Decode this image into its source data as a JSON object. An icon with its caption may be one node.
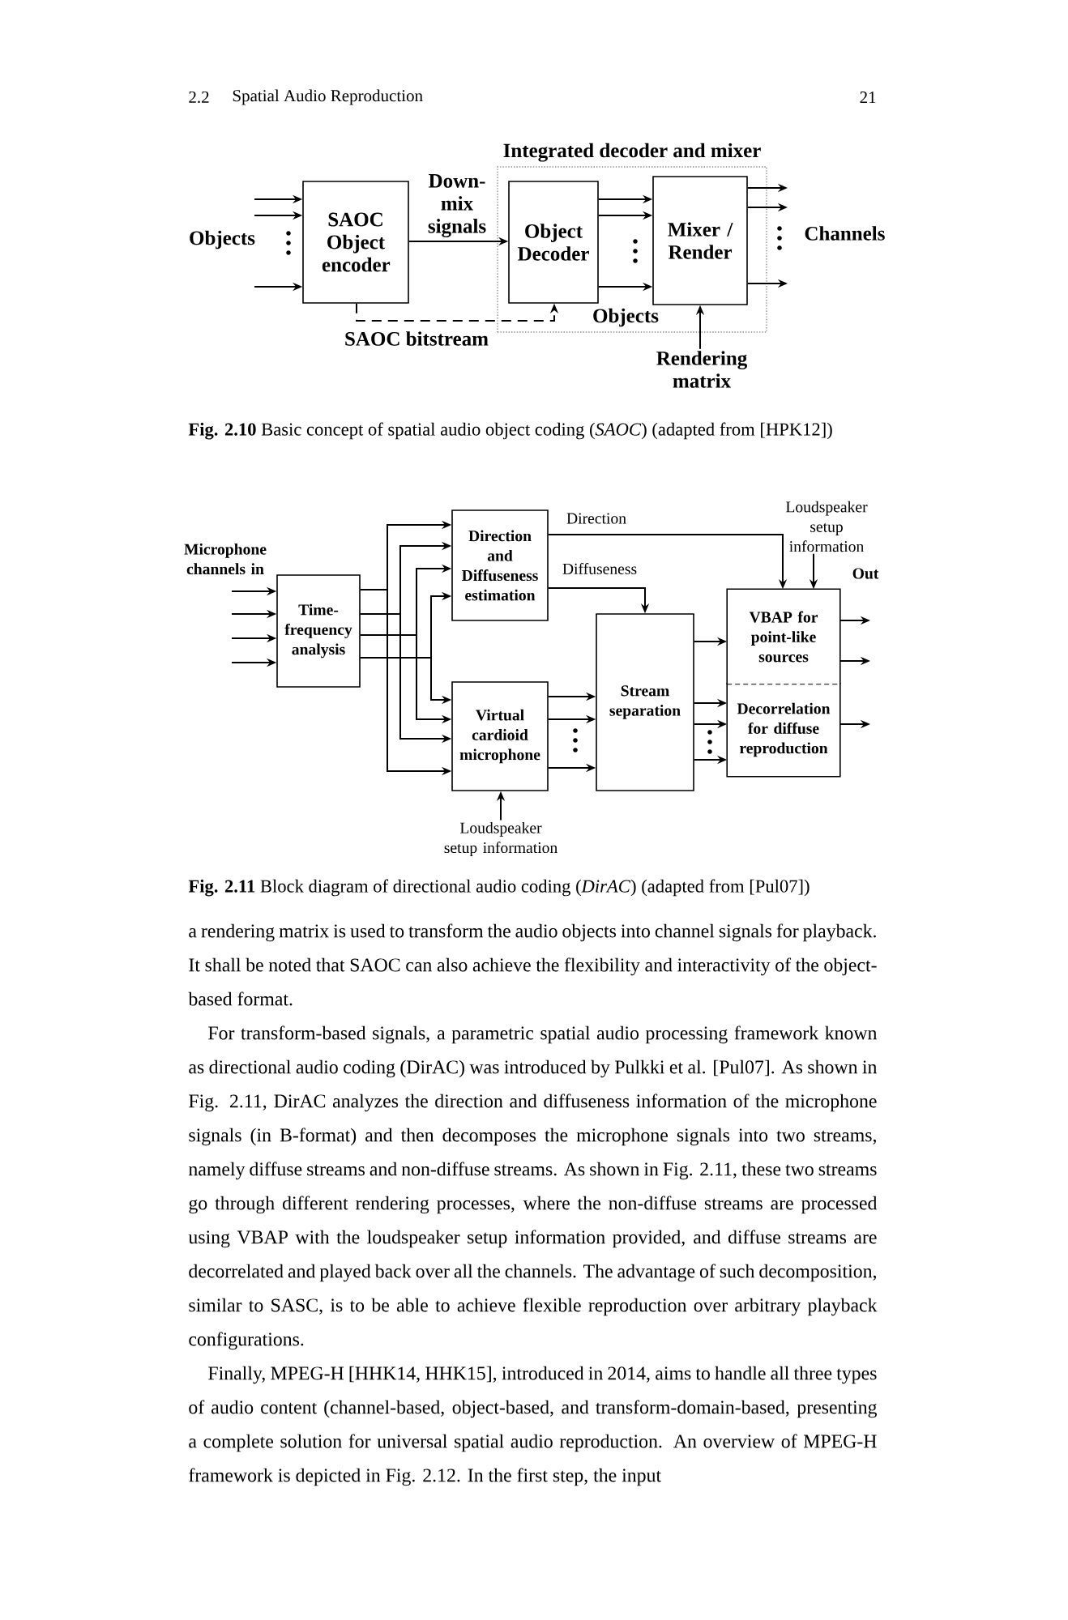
{
  "diagram": {
    "nodes": [
      {
        "text": [
          "Integrated decoder and mixer"
        ]
      },
      {
        "text": [
          "SAOC Object encoder"
        ]
      },
      {
        "text": [
          "Object Decoder"
        ],
        "in": 0
      },
      {
        "text": [
          "Mixer / Render"
        ],
        "in": 0
      },
      {
        "text": [
          "Rendering matrix"
        ]
      },
      {
        "text": [
          "Time-frequency analysis"
        ]
      },
      {
        "text": [
          "Direction and Diffuseness estimation"
        ]
      },
      {
        "text": [
          "Virtual cardioid microphone"
        ]
      },
      {
        "text": [
          "Stream separation"
        ]
      },
      {
        "text": [
          "VBAP for point-like sources"
        ]
      },
      {
        "text": [
          "Decorrelation for diffuse reproduction"
        ]
      },
      {
        "text": [
          "Loudspeaker setup information"
        ]
      },
      {
        "text": [
          "Loudspeaker setup information"
        ]
      }
    ],
    "edges": [
      {
        "from": null,
        "to": 1,
        "arrow": "to"
      },
      {
        "from": null,
        "to": 1,
        "arrow": "to"
      },
      {
        "from": null,
        "to": 1,
        "arrow": "to"
      },
      {
        "from": 1,
        "to": 2,
        "arrow": "to",
        "label": "Down-mix signals"
      },
      {
        "from": 1,
        "to": 2,
        "arrow": "to",
        "label": "SAOC bitstream",
        "style": "dashed"
      },
      {
        "from": 2,
        "to": 3,
        "arrow": "to"
      },
      {
        "from": 2,
        "to": 3,
        "arrow": "to"
      },
      {
        "from": 2,
        "to": 3,
        "arrow": "to"
      },
      {
        "from": 3,
        "to": null,
        "arrow": "to"
      },
      {
        "from": 3,
        "to": null,
        "arrow": "to"
      },
      {
        "from": 3,
        "to": null,
        "arrow": "to"
      },
      {
        "from": 4,
        "to": 3,
        "arrow": "to"
      },
      {
        "from": null,
        "to": 5,
        "arrow": "to"
      },
      {
        "from": null,
        "to": 5,
        "arrow": "to"
      },
      {
        "from": null,
        "to": 5,
        "arrow": "to"
      },
      {
        "from": null,
        "to": 5,
        "arrow": "to"
      },
      {
        "from": 5,
        "to": 6,
        "arrow": "to"
      },
      {
        "from": 5,
        "to": 6,
        "arrow": "to"
      },
      {
        "from": 5,
        "to": 6,
        "arrow": "to"
      },
      {
        "from": 5,
        "to": 6,
        "arrow": "to"
      },
      {
        "from": 5,
        "to": 7,
        "arrow": "to"
      },
      {
        "from": 5,
        "to": 7,
        "arrow": "to"
      },
      {
        "from": 5,
        "to": 7,
        "arrow": "to"
      },
      {
        "from": 5,
        "to": 7,
        "arrow": "to"
      },
      {
        "from": 6,
        "to": 9,
        "arrow": "to",
        "label": "Direction"
      },
      {
        "from": 6,
        "to": 8,
        "arrow": "to",
        "label": "Diffuseness"
      },
      {
        "from": 7,
        "to": 8,
        "arrow": "to"
      },
      {
        "from": 7,
        "to": 8,
        "arrow": "to"
      },
      {
        "from": 7,
        "to": 8,
        "arrow": "to"
      },
      {
        "from": 8,
        "to": 9,
        "arrow": "to"
      },
      {
        "from": 8,
        "to": 10,
        "arrow": "to"
      },
      {
        "from": 8,
        "to": 10,
        "arrow": "to"
      },
      {
        "from": 8,
        "to": 10,
        "arrow": "to"
      },
      {
        "from": 9,
        "to": null,
        "arrow": "to"
      },
      {
        "from": 9,
        "to": null,
        "arrow": "to"
      },
      {
        "from": 10,
        "to": null,
        "arrow": "to"
      },
      {
        "from": 11,
        "to": 9,
        "arrow": "to"
      },
      {
        "from": 12,
        "to": 7,
        "arrow": "to"
      }
    ],
    "labels": [
      "2.2",
      "Spatial Audio Reproduction",
      "21",
      "Objects",
      "Channels",
      "Objects",
      "Microphone channels in",
      "Out",
      "**Fig. 2.10** Basic concept of spatial audio object coding (*SAOC*) (adapted from [HPK12])",
      "**Fig. 2.11** Block diagram of directional audio coding (*DirAC*) (adapted from [Pul07])",
      "a rendering matrix is used to transform the audio objects into channel signals for playback. It shall be noted that SAOC can also achieve the flexibility and interactivity of the object-based format.",
      "For transform-based signals, a parametric spatial audio processing framework known as directional audio coding (DirAC) was introduced by Pulkki et al. [Pul07]. As shown in Fig. 2.11, DirAC analyzes the direction and diffuseness information of the microphone signals (in B-format) and then decomposes the microphone signals into two streams, namely diffuse streams and non-diffuse streams. As shown in Fig. 2.11, these two streams go through different rendering processes, where the non-diffuse streams are processed using VBAP with the loudspeaker setup information provided, and diffuse streams are decorrelated and played back over all the channels. The advantage of such decomposition, similar to SASC, is to be able to achieve flexible reproduction over arbitrary playback configurations.",
      "Finally, MPEG-H [HHK14, HHK15], introduced in 2014, aims to handle all three types of audio content (channel-based, object-based, and transform-domain-based, presenting a complete solution for universal spatial audio reproduction. An overview of MPEG-H framework is depicted in Fig. 2.12. In the first step, the input"
    ]
  }
}
